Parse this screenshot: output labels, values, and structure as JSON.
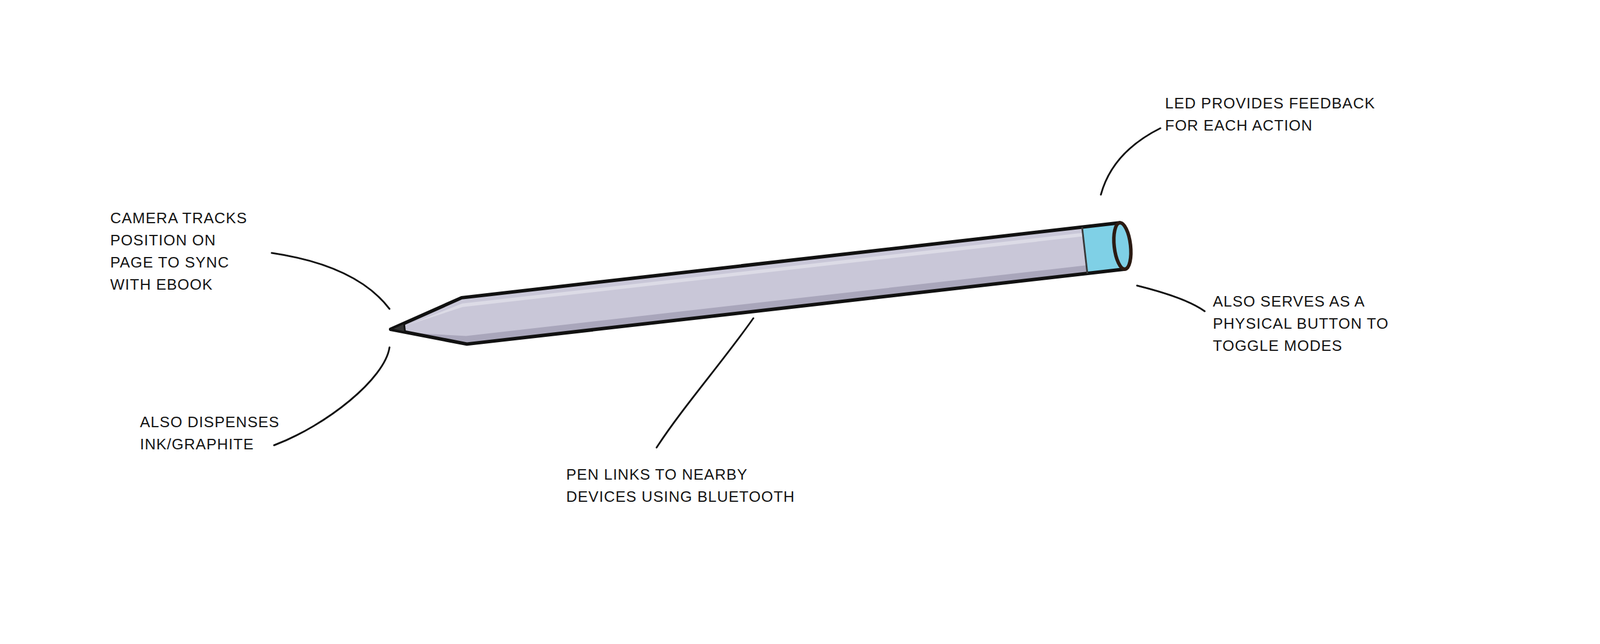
{
  "diagram": {
    "labels": [
      "CAMERA TRACKS POSITION ON PAGE TO SYNC WITH EBOOK",
      "ALSO DISPENSES INK/GRAPHITE",
      "PEN LINKS TO NEARBY DEVICES USING BLUETOOTH",
      "LED PROVIDES FEEDBACK FOR EACH ACTION",
      "ALSO SERVES AS A PHYSICAL BUTTON TO TOGGLE MODES"
    ]
  }
}
